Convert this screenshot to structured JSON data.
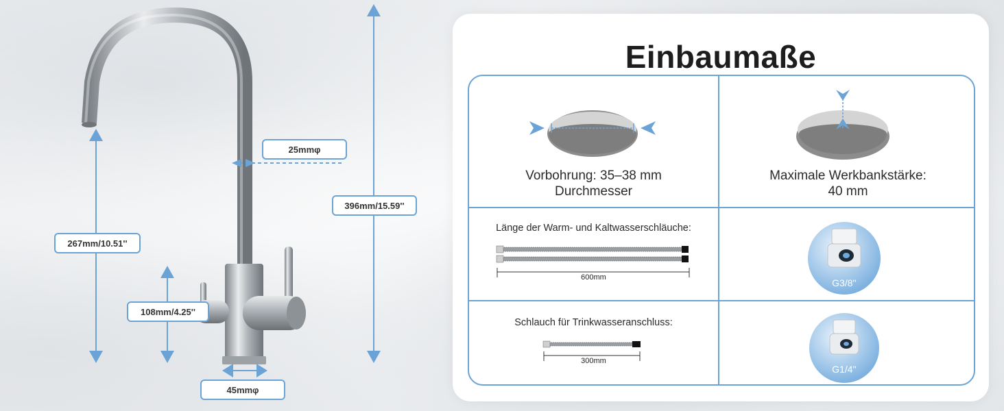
{
  "title": "Einbaumaße",
  "dimensions": {
    "spout_diameter": "25mmφ",
    "total_height": "396mm/15.59''",
    "spout_height": "267mm/10.51''",
    "lever_height": "108mm/4.25''",
    "base_diameter": "45mmφ"
  },
  "cells": {
    "hole": {
      "line1": "Vorbohrung: 35–38 mm",
      "line2": "Durchmesser"
    },
    "thickness": {
      "line1": "Maximale Werkbankstärke:",
      "line2": "40 mm"
    },
    "hoses": {
      "caption": "Länge der Warm- und Kaltwasserschläuche:",
      "length": "600mm"
    },
    "fitting_large": {
      "label": "G3/8''"
    },
    "drinking_hose": {
      "caption": "Schlauch für Trinkwasseranschluss:",
      "length": "300mm"
    },
    "fitting_small": {
      "label": "G1/4''"
    }
  },
  "colors": {
    "accent": "#6ba3d6",
    "chrome": "#b9bdc1",
    "hole_gray": "#8c8c8c"
  }
}
